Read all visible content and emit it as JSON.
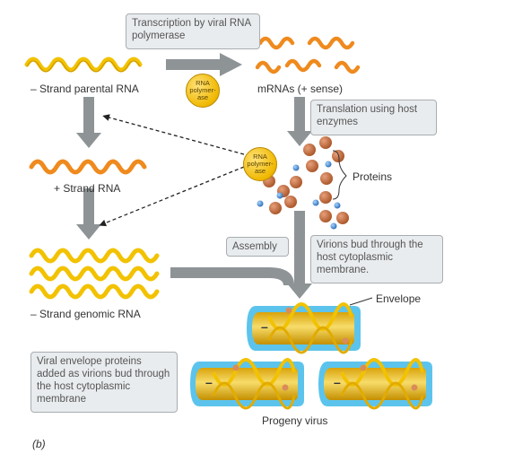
{
  "labels": {
    "minus_parental": "– Strand parental RNA",
    "mrnas": "mRNAs (+ sense)",
    "plus_strand": "+ Strand RNA",
    "minus_genomic": "– Strand genomic RNA",
    "proteins": "Proteins",
    "envelope": "Envelope",
    "progeny": "Progeny virus",
    "figure_part": "(b)"
  },
  "boxes": {
    "transcription": "Transcription by viral RNA polymerase",
    "translation": "Translation using host enzymes",
    "assembly": "Assembly",
    "virions_bud": "Virions bud through the host cytoplasmic membrane.",
    "envelope_proteins": "Viral envelope proteins added as virions bud through the host cytoplasmic membrane"
  },
  "enzymes": {
    "polymerase_1": "RNA polymer-ase",
    "polymerase_2": "RNA polymer-ase"
  },
  "virion_sign": "–",
  "colors": {
    "rna_yellow": "#f2c200",
    "rna_orange": "#ef8a1e",
    "arrow_gray": "#8e9396",
    "protein_brown": "#c06a3c",
    "protein_blue": "#4a8fd0",
    "envelope_blue": "#5cc4ec"
  }
}
